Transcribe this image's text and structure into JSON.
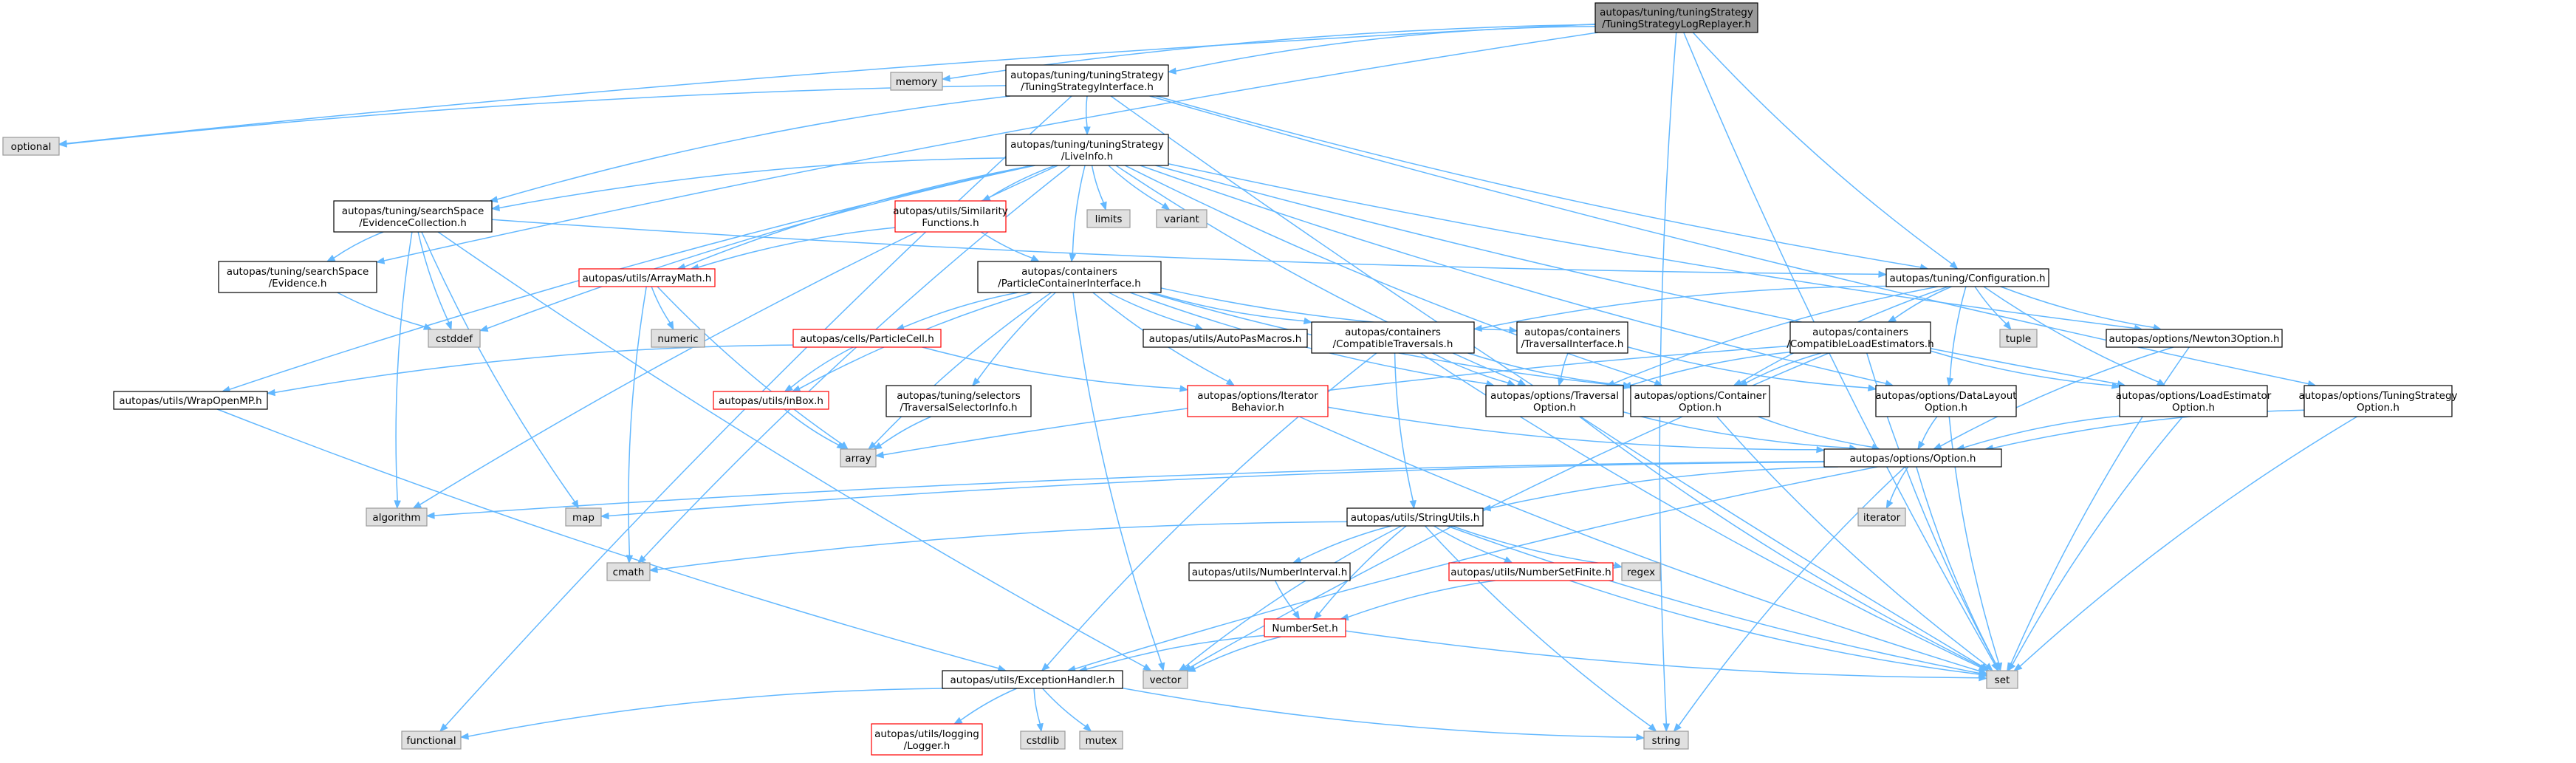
{
  "colors": {
    "edge": "#63b8ff",
    "node_fill": "#ffffff",
    "node_border": "#000000",
    "root_fill": "#999999",
    "system_fill": "#e0e0e0",
    "system_border": "#999999",
    "missing_border": "#ff0000"
  },
  "nodes": [
    {
      "id": "root",
      "lines": [
        "autopas/tuning/tuningStrategy",
        "/TuningStrategyLogReplayer.h"
      ],
      "kind": "root"
    },
    {
      "id": "memory",
      "lines": [
        "memory"
      ],
      "kind": "system"
    },
    {
      "id": "tsi",
      "lines": [
        "autopas/tuning/tuningStrategy",
        "/TuningStrategyInterface.h"
      ],
      "kind": "normal"
    },
    {
      "id": "optional",
      "lines": [
        "optional"
      ],
      "kind": "system"
    },
    {
      "id": "liveinfo",
      "lines": [
        "autopas/tuning/tuningStrategy",
        "/LiveInfo.h"
      ],
      "kind": "normal"
    },
    {
      "id": "evcoll",
      "lines": [
        "autopas/tuning/searchSpace",
        "/EvidenceCollection.h"
      ],
      "kind": "normal"
    },
    {
      "id": "simfun",
      "lines": [
        "autopas/utils/Similarity",
        "Functions.h"
      ],
      "kind": "missing"
    },
    {
      "id": "limits",
      "lines": [
        "limits"
      ],
      "kind": "system"
    },
    {
      "id": "variant",
      "lines": [
        "variant"
      ],
      "kind": "system"
    },
    {
      "id": "evidence",
      "lines": [
        "autopas/tuning/searchSpace",
        "/Evidence.h"
      ],
      "kind": "normal"
    },
    {
      "id": "arraymath",
      "lines": [
        "autopas/utils/ArrayMath.h"
      ],
      "kind": "missing"
    },
    {
      "id": "pci",
      "lines": [
        "autopas/containers",
        "/ParticleContainerInterface.h"
      ],
      "kind": "normal"
    },
    {
      "id": "config",
      "lines": [
        "autopas/tuning/Configuration.h"
      ],
      "kind": "normal"
    },
    {
      "id": "cstddef",
      "lines": [
        "cstddef"
      ],
      "kind": "system"
    },
    {
      "id": "numeric",
      "lines": [
        "numeric"
      ],
      "kind": "system"
    },
    {
      "id": "particlecell",
      "lines": [
        "autopas/cells/ParticleCell.h"
      ],
      "kind": "missing"
    },
    {
      "id": "automacros",
      "lines": [
        "autopas/utils/AutoPasMacros.h"
      ],
      "kind": "normal"
    },
    {
      "id": "comptrav",
      "lines": [
        "autopas/containers",
        "/CompatibleTraversals.h"
      ],
      "kind": "normal"
    },
    {
      "id": "travif",
      "lines": [
        "autopas/containers",
        "/TraversalInterface.h"
      ],
      "kind": "normal"
    },
    {
      "id": "compload",
      "lines": [
        "autopas/containers",
        "/CompatibleLoadEstimators.h"
      ],
      "kind": "normal"
    },
    {
      "id": "tuple",
      "lines": [
        "tuple"
      ],
      "kind": "system"
    },
    {
      "id": "newton3",
      "lines": [
        "autopas/options/Newton3Option.h"
      ],
      "kind": "normal"
    },
    {
      "id": "wrapompmp",
      "lines": [
        "autopas/utils/WrapOpenMP.h"
      ],
      "kind": "normal"
    },
    {
      "id": "inbox",
      "lines": [
        "autopas/utils/inBox.h"
      ],
      "kind": "missing"
    },
    {
      "id": "travsel",
      "lines": [
        "autopas/tuning/selectors",
        "/TraversalSelectorInfo.h"
      ],
      "kind": "normal"
    },
    {
      "id": "iterbeh",
      "lines": [
        "autopas/options/Iterator",
        "Behavior.h"
      ],
      "kind": "missing"
    },
    {
      "id": "travopt",
      "lines": [
        "autopas/options/Traversal",
        "Option.h"
      ],
      "kind": "normal"
    },
    {
      "id": "contopt",
      "lines": [
        "autopas/options/Container",
        "Option.h"
      ],
      "kind": "normal"
    },
    {
      "id": "datalayout",
      "lines": [
        "autopas/options/DataLayout",
        "Option.h"
      ],
      "kind": "normal"
    },
    {
      "id": "loadest",
      "lines": [
        "autopas/options/LoadEstimator",
        "Option.h"
      ],
      "kind": "normal"
    },
    {
      "id": "tsopt",
      "lines": [
        "autopas/options/TuningStrategy",
        "Option.h"
      ],
      "kind": "normal"
    },
    {
      "id": "array",
      "lines": [
        "array"
      ],
      "kind": "system"
    },
    {
      "id": "option",
      "lines": [
        "autopas/options/Option.h"
      ],
      "kind": "normal"
    },
    {
      "id": "algorithm",
      "lines": [
        "algorithm"
      ],
      "kind": "system"
    },
    {
      "id": "map",
      "lines": [
        "map"
      ],
      "kind": "system"
    },
    {
      "id": "iterator",
      "lines": [
        "iterator"
      ],
      "kind": "system"
    },
    {
      "id": "stringutils",
      "lines": [
        "autopas/utils/StringUtils.h"
      ],
      "kind": "normal"
    },
    {
      "id": "cmath",
      "lines": [
        "cmath"
      ],
      "kind": "system"
    },
    {
      "id": "regex",
      "lines": [
        "regex"
      ],
      "kind": "system"
    },
    {
      "id": "numint",
      "lines": [
        "autopas/utils/NumberInterval.h"
      ],
      "kind": "normal"
    },
    {
      "id": "numsetfin",
      "lines": [
        "autopas/utils/NumberSetFinite.h"
      ],
      "kind": "missing"
    },
    {
      "id": "numberset",
      "lines": [
        "NumberSet.h"
      ],
      "kind": "missing"
    },
    {
      "id": "exchandler",
      "lines": [
        "autopas/utils/ExceptionHandler.h"
      ],
      "kind": "normal"
    },
    {
      "id": "vector",
      "lines": [
        "vector"
      ],
      "kind": "system"
    },
    {
      "id": "set",
      "lines": [
        "set"
      ],
      "kind": "system"
    },
    {
      "id": "functional",
      "lines": [
        "functional"
      ],
      "kind": "system"
    },
    {
      "id": "logger",
      "lines": [
        "autopas/utils/logging",
        "/Logger.h"
      ],
      "kind": "missing"
    },
    {
      "id": "cstdlib",
      "lines": [
        "cstdlib"
      ],
      "kind": "system"
    },
    {
      "id": "mutex",
      "lines": [
        "mutex"
      ],
      "kind": "system"
    },
    {
      "id": "string",
      "lines": [
        "string"
      ],
      "kind": "system"
    }
  ],
  "edges": [
    [
      "root",
      "memory"
    ],
    [
      "root",
      "tsi"
    ],
    [
      "root",
      "optional"
    ],
    [
      "root",
      "evidence"
    ],
    [
      "root",
      "config"
    ],
    [
      "root",
      "set"
    ],
    [
      "root",
      "string"
    ],
    [
      "tsi",
      "optional"
    ],
    [
      "tsi",
      "liveinfo"
    ],
    [
      "tsi",
      "evcoll"
    ],
    [
      "tsi",
      "config"
    ],
    [
      "tsi",
      "tsopt"
    ],
    [
      "tsi",
      "functional"
    ],
    [
      "tsi",
      "set"
    ],
    [
      "liveinfo",
      "evcoll"
    ],
    [
      "liveinfo",
      "simfun"
    ],
    [
      "liveinfo",
      "limits"
    ],
    [
      "liveinfo",
      "variant"
    ],
    [
      "liveinfo",
      "arraymath"
    ],
    [
      "liveinfo",
      "pci"
    ],
    [
      "liveinfo",
      "cstddef"
    ],
    [
      "liveinfo",
      "newton3"
    ],
    [
      "liveinfo",
      "travopt"
    ],
    [
      "liveinfo",
      "contopt"
    ],
    [
      "liveinfo",
      "datalayout"
    ],
    [
      "liveinfo",
      "loadest"
    ],
    [
      "liveinfo",
      "wrapompmp"
    ],
    [
      "liveinfo",
      "algorithm"
    ],
    [
      "liveinfo",
      "cmath"
    ],
    [
      "evcoll",
      "evidence"
    ],
    [
      "evcoll",
      "config"
    ],
    [
      "evcoll",
      "cstddef"
    ],
    [
      "evcoll",
      "algorithm"
    ],
    [
      "evcoll",
      "map"
    ],
    [
      "evcoll",
      "vector"
    ],
    [
      "evidence",
      "cstddef"
    ],
    [
      "simfun",
      "arraymath"
    ],
    [
      "simfun",
      "pci"
    ],
    [
      "arraymath",
      "numeric"
    ],
    [
      "arraymath",
      "array"
    ],
    [
      "arraymath",
      "cmath"
    ],
    [
      "pci",
      "particlecell"
    ],
    [
      "pci",
      "automacros"
    ],
    [
      "pci",
      "comptrav"
    ],
    [
      "pci",
      "travif"
    ],
    [
      "pci",
      "inbox"
    ],
    [
      "pci",
      "travsel"
    ],
    [
      "pci",
      "iterbeh"
    ],
    [
      "pci",
      "travopt"
    ],
    [
      "pci",
      "contopt"
    ],
    [
      "pci",
      "array"
    ],
    [
      "pci",
      "vector"
    ],
    [
      "config",
      "comptrav"
    ],
    [
      "config",
      "compload"
    ],
    [
      "config",
      "tuple"
    ],
    [
      "config",
      "newton3"
    ],
    [
      "config",
      "travopt"
    ],
    [
      "config",
      "contopt"
    ],
    [
      "config",
      "datalayout"
    ],
    [
      "config",
      "loadest"
    ],
    [
      "particlecell",
      "wrapompmp"
    ],
    [
      "particlecell",
      "inbox"
    ],
    [
      "particlecell",
      "iterbeh"
    ],
    [
      "comptrav",
      "travopt"
    ],
    [
      "comptrav",
      "contopt"
    ],
    [
      "comptrav",
      "stringutils"
    ],
    [
      "comptrav",
      "exchandler"
    ],
    [
      "comptrav",
      "set"
    ],
    [
      "travif",
      "travopt"
    ],
    [
      "travif",
      "datalayout"
    ],
    [
      "compload",
      "travopt"
    ],
    [
      "compload",
      "contopt"
    ],
    [
      "compload",
      "loadest"
    ],
    [
      "compload",
      "array"
    ],
    [
      "compload",
      "vector"
    ],
    [
      "compload",
      "set"
    ],
    [
      "newton3",
      "option"
    ],
    [
      "newton3",
      "set"
    ],
    [
      "wrapompmp",
      "exchandler"
    ],
    [
      "inbox",
      "array"
    ],
    [
      "travsel",
      "array"
    ],
    [
      "iterbeh",
      "option"
    ],
    [
      "iterbeh",
      "set"
    ],
    [
      "travopt",
      "option"
    ],
    [
      "travopt",
      "set"
    ],
    [
      "contopt",
      "option"
    ],
    [
      "contopt",
      "set"
    ],
    [
      "datalayout",
      "option"
    ],
    [
      "datalayout",
      "set"
    ],
    [
      "loadest",
      "option"
    ],
    [
      "loadest",
      "set"
    ],
    [
      "tsopt",
      "option"
    ],
    [
      "tsopt",
      "set"
    ],
    [
      "option",
      "algorithm"
    ],
    [
      "option",
      "map"
    ],
    [
      "option",
      "iterator"
    ],
    [
      "option",
      "stringutils"
    ],
    [
      "option",
      "exchandler"
    ],
    [
      "option",
      "set"
    ],
    [
      "option",
      "string"
    ],
    [
      "stringutils",
      "cmath"
    ],
    [
      "stringutils",
      "regex"
    ],
    [
      "stringutils",
      "numint"
    ],
    [
      "stringutils",
      "numsetfin"
    ],
    [
      "stringutils",
      "numberset"
    ],
    [
      "stringutils",
      "vector"
    ],
    [
      "stringutils",
      "set"
    ],
    [
      "stringutils",
      "string"
    ],
    [
      "numint",
      "numberset"
    ],
    [
      "numsetfin",
      "numberset"
    ],
    [
      "numsetfin",
      "set"
    ],
    [
      "numberset",
      "exchandler"
    ],
    [
      "numberset",
      "vector"
    ],
    [
      "numberset",
      "set"
    ],
    [
      "exchandler",
      "functional"
    ],
    [
      "exchandler",
      "logger"
    ],
    [
      "exchandler",
      "cstdlib"
    ],
    [
      "exchandler",
      "mutex"
    ],
    [
      "exchandler",
      "string"
    ]
  ]
}
